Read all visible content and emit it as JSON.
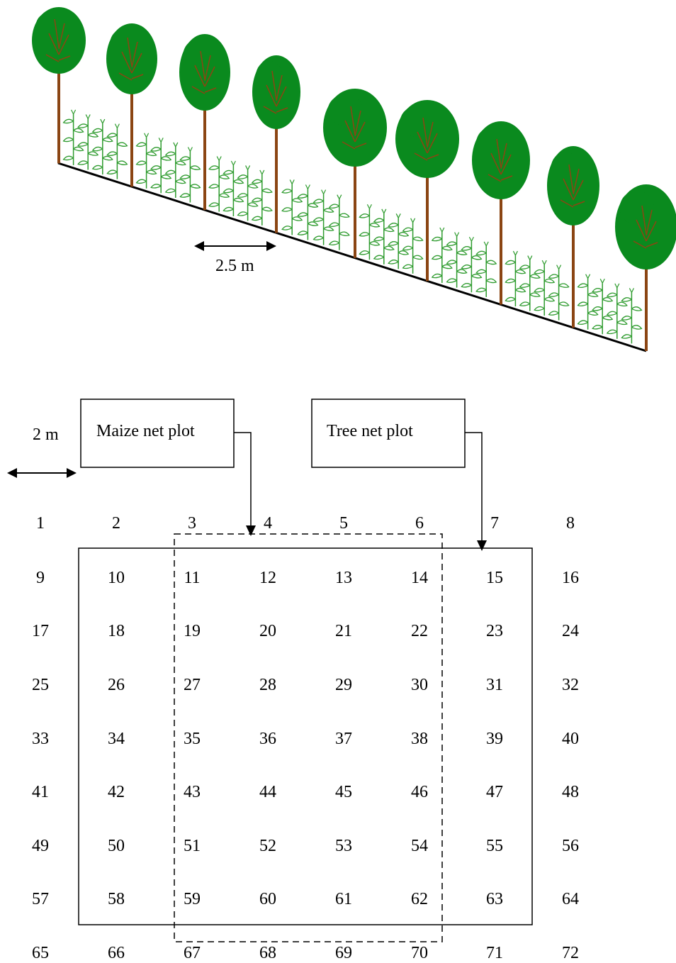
{
  "figure": {
    "scale_labels": {
      "row_spacing": "2.5 m",
      "grid_spacing": "2 m"
    },
    "legend_boxes": {
      "maize": "Maize net plot",
      "tree": "Tree net plot"
    },
    "grid": {
      "columns": 8,
      "rows": 9,
      "numbers": [
        [
          "1",
          "2",
          "3",
          "4",
          "5",
          "6",
          "7",
          "8"
        ],
        [
          "9",
          "10",
          "11",
          "12",
          "13",
          "14",
          "15",
          "16"
        ],
        [
          "17",
          "18",
          "19",
          "20",
          "21",
          "22",
          "23",
          "24"
        ],
        [
          "25",
          "26",
          "27",
          "28",
          "29",
          "30",
          "31",
          "32"
        ],
        [
          "33",
          "34",
          "35",
          "36",
          "37",
          "38",
          "39",
          "40"
        ],
        [
          "41",
          "42",
          "43",
          "44",
          "45",
          "46",
          "47",
          "48"
        ],
        [
          "49",
          "50",
          "51",
          "52",
          "53",
          "54",
          "55",
          "56"
        ],
        [
          "57",
          "58",
          "59",
          "60",
          "61",
          "62",
          "63",
          "64"
        ],
        [
          "65",
          "66",
          "67",
          "68",
          "69",
          "70",
          "71",
          "72"
        ]
      ]
    },
    "colors": {
      "canopy": "#0a8a1e",
      "trunk": "#8b4513",
      "maize": "#2e9b2e",
      "line": "#000000"
    }
  }
}
